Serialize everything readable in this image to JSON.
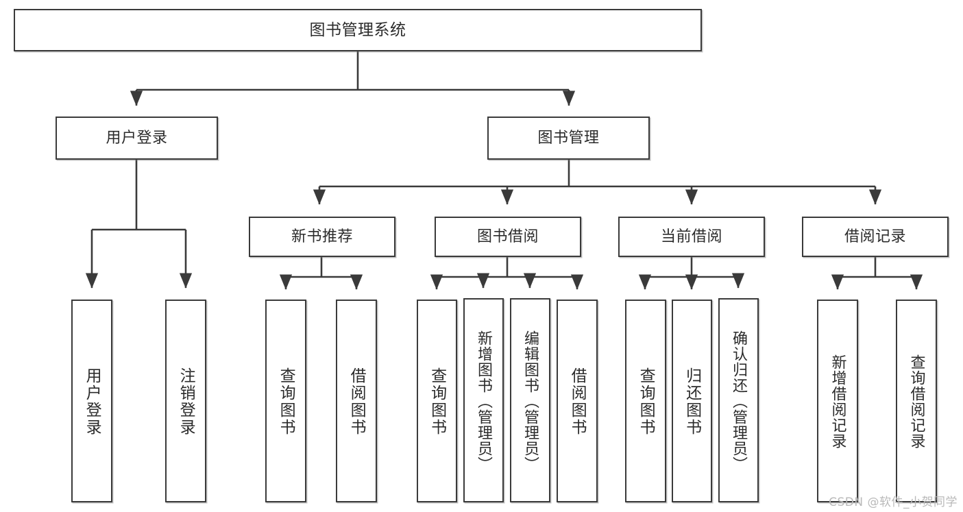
{
  "diagram": {
    "title": "图书管理系统",
    "type": "tree-hierarchy",
    "watermark": "CSDN @软件_小贺同学",
    "line_color": "#3a3a3a",
    "box_fill": "#ffffff",
    "text_color": "#2b2b2b",
    "levels": [
      {
        "level": 1,
        "nodes": [
          {
            "id": "root",
            "label": "图书管理系统"
          }
        ]
      },
      {
        "level": 2,
        "nodes": [
          {
            "id": "login",
            "label": "用户登录"
          },
          {
            "id": "bookmgmt",
            "label": "图书管理"
          }
        ]
      },
      {
        "level": 3,
        "nodes": [
          {
            "id": "newbook",
            "label": "新书推荐"
          },
          {
            "id": "borrow",
            "label": "图书借阅"
          },
          {
            "id": "current",
            "label": "当前借阅"
          },
          {
            "id": "records",
            "label": "借阅记录"
          }
        ]
      },
      {
        "level": 4,
        "nodes": [
          {
            "id": "leaf-user-login",
            "label": "用户登录",
            "parent": "login"
          },
          {
            "id": "leaf-logout",
            "label": "注销登录",
            "parent": "login"
          },
          {
            "id": "leaf-query-book-1",
            "label": "查询图书",
            "parent": "newbook"
          },
          {
            "id": "leaf-borrow-book-1",
            "label": "借阅图书",
            "parent": "newbook"
          },
          {
            "id": "leaf-query-book-2",
            "label": "查询图书",
            "parent": "borrow"
          },
          {
            "id": "leaf-add-book",
            "label": "新增图书（管理员）",
            "parent": "borrow"
          },
          {
            "id": "leaf-edit-book",
            "label": "编辑图书（管理员）",
            "parent": "borrow"
          },
          {
            "id": "leaf-borrow-book-2",
            "label": "借阅图书",
            "parent": "borrow"
          },
          {
            "id": "leaf-query-book-3",
            "label": "查询图书",
            "parent": "current"
          },
          {
            "id": "leaf-return-book",
            "label": "归还图书",
            "parent": "current"
          },
          {
            "id": "leaf-confirm-return",
            "label": "确认归还（管理员）",
            "parent": "current"
          },
          {
            "id": "leaf-add-record",
            "label": "新增借阅记录",
            "parent": "records"
          },
          {
            "id": "leaf-query-record",
            "label": "查询借阅记录",
            "parent": "records"
          }
        ]
      }
    ]
  }
}
